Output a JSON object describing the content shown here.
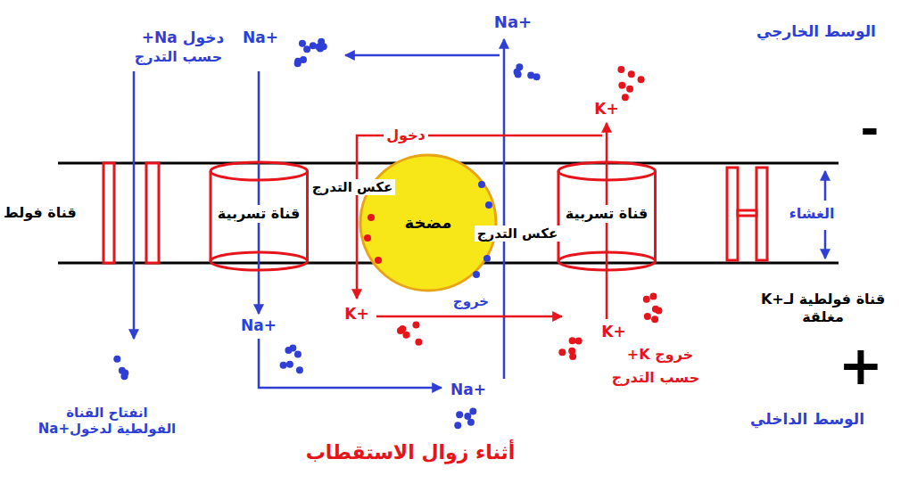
{
  "diagram": {
    "caption": "أثناء زوال الاستقطاب",
    "nodes": [
      {
        "text": [
          "قناة فولط"
        ]
      },
      {
        "text": [
          "قناة تسربية"
        ]
      },
      {
        "text": [
          "مضخة"
        ]
      },
      {
        "text": [
          "قناة تسربية"
        ]
      },
      {
        "text": [
          "قناة فولطية لـ+K مغلقة"
        ]
      }
    ],
    "labels": [
      "الوسط الخارجي",
      "Na+",
      "دخول Na+",
      "Na+",
      "حسب التدرج",
      "K+",
      "دخول",
      "-",
      "عكس التدرج",
      "عكس التدرج",
      "الغشاء",
      "خروج",
      "K+",
      "Na+",
      "Na+",
      "K+",
      "خروج K+",
      "حسب التدرج",
      "+",
      "الوسط الداخلي",
      "انفتاح القناة الفولطية لدخول+Na"
    ]
  }
}
